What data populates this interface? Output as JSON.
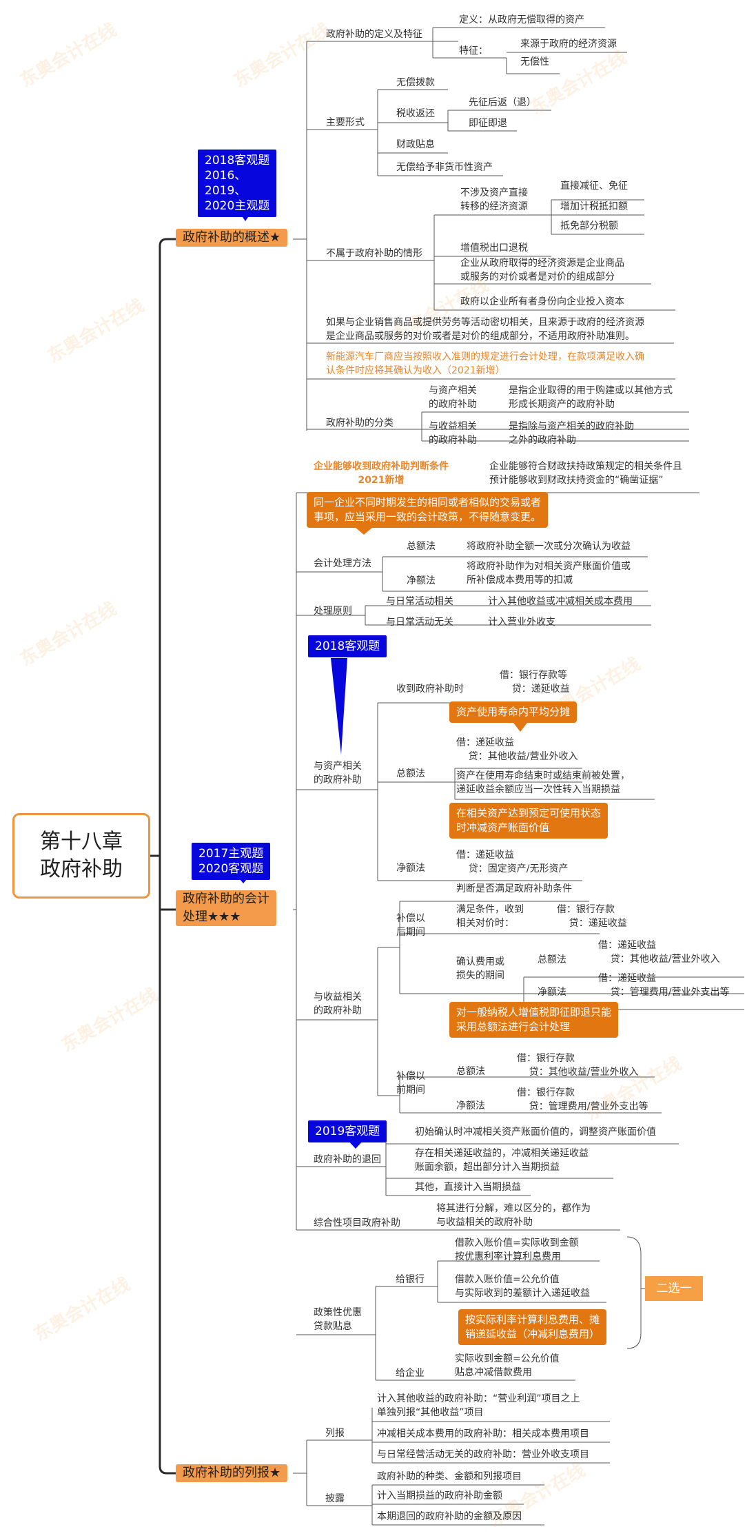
{
  "root": {
    "line1": "第十八章",
    "line2": "政府补助"
  },
  "watermark": "东奥会计在线",
  "badges": {
    "b1": "2018客观题\n2016、\n2019、\n2020主观题",
    "b2": "2017主观题\n2020客观题",
    "b3": "2018客观题",
    "b4": "2019客观题"
  },
  "l1": {
    "overview": "政府补助的概述★",
    "accounting": "政府补助的会计\n处理★★★",
    "report": "政府补助的列报★"
  },
  "overview": {
    "def": "政府补助的定义及特征",
    "def_text": "定义：从政府无偿取得的资产",
    "feature": "特征：",
    "feature1": "来源于政府的经济资源",
    "feature2": "无偿性",
    "forms": "主要形式",
    "f1": "无偿拨款",
    "f2": "税收返还",
    "f2a": "先征后返（退）",
    "f2b": "即征即退",
    "f3": "财政贴息",
    "f4": "无偿给予非货币性资产",
    "notsub": "不属于政府补助的情形",
    "n1": "不涉及资产直接\n转移的经济资源",
    "n1a": "直接减征、免征",
    "n1b": "增加计税抵扣额",
    "n1c": "抵免部分税额",
    "n2": "增值税出口退税",
    "n3": "企业从政府取得的经济资源是企业商品\n或服务的对价或者是对价的组成部分",
    "n4": "政府以企业所有者身份向企业投入资本",
    "sales": "如果与企业销售商品或提供劳务等活动密切相关，且来源于政府的经济资源\n是企业商品或服务的对价或者是对价的组成部分，不适用政府补助准则。",
    "newenergy": "新能源汽车厂商应当按照收入准则的规定进行会计处理，在款项满足收入确\n认条件时应将其确认为收入（2021新增）",
    "classify": "政府补助的分类",
    "c1": "与资产相关\n的政府补助",
    "c1d": "是指企业取得的用于购建或以其他方式\n形成长期资产的政府补助",
    "c2": "与收益相关\n的政府补助",
    "c2d": "是指除与资产相关的政府补助\n之外的政府补助"
  },
  "accounting": {
    "cond": "企业能够收到政府补助判断条件\n2021新增",
    "cond_text": "企业能够符合财政扶持政策规定的相关条件且\n预计能够收到财政扶持资金的“确凿证据”",
    "call1": "同一企业不同时期发生的相同或者相似的交易或者\n事项，应当采用一致的会计政策，不得随意变更。",
    "method": "会计处理方法",
    "m1": "总额法",
    "m1d": "将政府补助全额一次或分次确认为收益",
    "m2": "净额法",
    "m2d": "将政府补助作为对相关资产账面价值或\n所补偿成本费用等的扣减",
    "principle": "处理原则",
    "p1": "与日常活动相关",
    "p1d": "计入其他收益或冲减相关成本费用",
    "p2": "与日常活动无关",
    "p2d": "计入营业外收支",
    "asset": "与资产相关\n的政府补助",
    "a1": "收到政府补助时",
    "a1d": "借：银行存款等\n    贷：递延收益",
    "call2": "资产使用寿命内平均分摊",
    "a2": "总额法",
    "a2d": "借：递延收益\n    贷：其他收益/营业外收入",
    "a2e": "资产在使用寿命结束时或结束前被处置，\n递延收益余额应当一次性转入当期损益",
    "call3": "在相关资产达到预定可使用状态\n时冲减资产账面价值",
    "a3": "净额法",
    "a3d": "借：递延收益\n    贷：固定资产/无形资产",
    "income": "与收益相关\n的政府补助",
    "i1": "补偿以\n后期间",
    "i1a": "判断是否满足政府补助条件",
    "i1b": "满足条件，收到\n相关对价时：",
    "i1bd": "借：银行存款\n    贷：递延收益",
    "i1c": "确认费用或\n损失的期间",
    "i1c1": "总额法",
    "i1c1d": "借：递延收益\n    贷：其他收益/营业外收入",
    "i1c2": "净额法",
    "i1c2d": "借：递延收益\n    贷：管理费用/营业外支出等",
    "call4": "对一般纳税人增值税即征即退只能\n采用总额法进行会计处理",
    "i2": "补偿以\n前期间",
    "i2a": "总额法",
    "i2ad": "借：银行存款\n    贷：其他收益/营业外收入",
    "i2b": "净额法",
    "i2bd": "借：银行存款\n    贷：管理费用/营业外支出等",
    "refund": "政府补助的退回",
    "r1": "初始确认时冲减相关资产账面价值的，调整资产账面价值",
    "r2": "存在相关递延收益的，冲减相关递延收益\n账面余额，超出部分计入当期损益",
    "r3": "其他，直接计入当期损益",
    "mixed": "综合性项目政府补助",
    "mixed_d": "将其进行分解，难以区分的，都作为\n与收益相关的政府补助",
    "loan": "政策性优惠\n贷款贴息",
    "bank": "给银行",
    "bank1": "借款入账价值=实际收到金额\n按优惠利率计算利息费用",
    "bank2": "借款入账价值=公允价值\n与实际收到的差额计入递延收益",
    "call5": "按实际利率计算利息费用、摊\n销递延收益（冲减利息费用）",
    "choose": "二选一",
    "ent": "给企业",
    "ent1": "实际收到金额=公允价值\n贴息冲减借款费用"
  },
  "report": {
    "list": "列报",
    "l1": "计入其他收益的政府补助：“营业利润”项目之上\n单独列报“其他收益”项目",
    "l2": "冲减相关成本费用的政府补助：相关成本费用项目",
    "l3": "与日常经营活动无关的政府补助：营业外收支项目",
    "disc": "披露",
    "d1": "政府补助的种类、金额和列报项目",
    "d2": "计入当期损益的政府补助金额",
    "d3": "本期退回的政府补助的金额及原因"
  }
}
